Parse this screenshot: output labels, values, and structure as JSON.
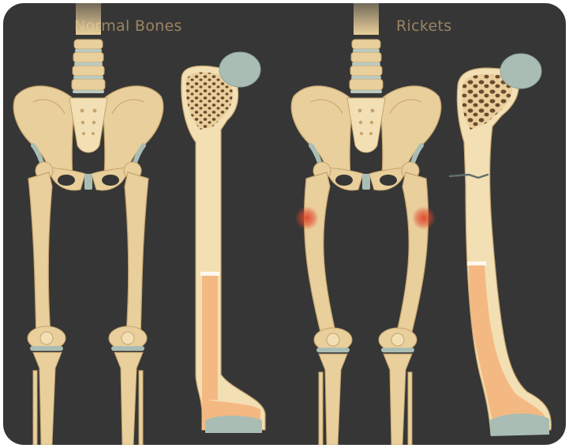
{
  "titles": {
    "normal": "Normal Bones",
    "rickets": "Rickets"
  },
  "colors": {
    "background": "#363636",
    "bone": "#e9cf9b",
    "bone_outline": "#c4a46e",
    "cartilage": "#a9bdb4",
    "marrow": "#f4b983",
    "spongy": "#6b4a2f",
    "inflammation": "#e0452a",
    "title": "#9b8463"
  },
  "figures": [
    {
      "name": "normal-skeleton",
      "condition": "normal"
    },
    {
      "name": "normal-femur",
      "condition": "normal"
    },
    {
      "name": "rickets-skeleton",
      "condition": "rickets"
    },
    {
      "name": "rickets-femur",
      "condition": "rickets"
    }
  ]
}
